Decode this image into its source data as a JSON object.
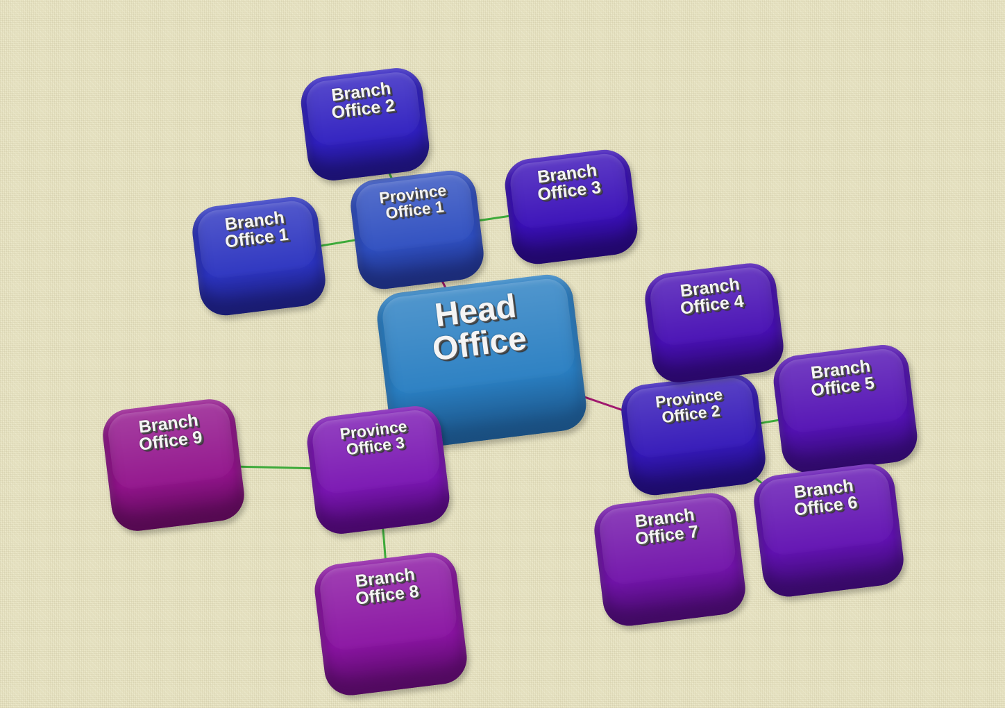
{
  "colors": {
    "background": "#e8e4c4",
    "line_green": "#3daa3a",
    "line_magenta": "#a0186e"
  },
  "nodes": [
    {
      "id": "head-office",
      "line1": "Head",
      "line2": "Office",
      "color": "#2a7fc2",
      "dark": "#1a4f80"
    },
    {
      "id": "province-office-1",
      "line1": "Province",
      "line2": "Office 1",
      "color": "#2f4fc0",
      "dark": "#1c2c78"
    },
    {
      "id": "province-office-2",
      "line1": "Province",
      "line2": "Office 2",
      "color": "#3418b8",
      "dark": "#1e0c6c"
    },
    {
      "id": "province-office-3",
      "line1": "Province",
      "line2": "Office 3",
      "color": "#7a16b2",
      "dark": "#48086a"
    },
    {
      "id": "branch-office-1",
      "line1": "Branch",
      "line2": "Office 1",
      "color": "#2c34c0",
      "dark": "#1a1c72"
    },
    {
      "id": "branch-office-2",
      "line1": "Branch",
      "line2": "Office 2",
      "color": "#3020c0",
      "dark": "#1c1272"
    },
    {
      "id": "branch-office-3",
      "line1": "Branch",
      "line2": "Office 3",
      "color": "#3a10b8",
      "dark": "#22086c"
    },
    {
      "id": "branch-office-4",
      "line1": "Branch",
      "line2": "Office 4",
      "color": "#4810b4",
      "dark": "#2a086a"
    },
    {
      "id": "branch-office-5",
      "line1": "Branch",
      "line2": "Office 5",
      "color": "#5412b4",
      "dark": "#300a6a"
    },
    {
      "id": "branch-office-6",
      "line1": "Branch",
      "line2": "Office 6",
      "color": "#6212b2",
      "dark": "#380a68"
    },
    {
      "id": "branch-office-7",
      "line1": "Branch",
      "line2": "Office 7",
      "color": "#7214aa",
      "dark": "#420a64"
    },
    {
      "id": "branch-office-8",
      "line1": "Branch",
      "line2": "Office 8",
      "color": "#8a14a2",
      "dark": "#520a60"
    },
    {
      "id": "branch-office-9",
      "line1": "Branch",
      "line2": "Office 9",
      "color": "#92148c",
      "dark": "#560a52"
    }
  ],
  "connections": [
    {
      "from": "head-office",
      "to": "province-office-1",
      "color": "#a0186e"
    },
    {
      "from": "head-office",
      "to": "province-office-2",
      "color": "#a0186e"
    },
    {
      "from": "head-office",
      "to": "province-office-3",
      "color": "#a0186e"
    },
    {
      "from": "province-office-1",
      "to": "branch-office-1",
      "color": "#3daa3a"
    },
    {
      "from": "province-office-1",
      "to": "branch-office-2",
      "color": "#3daa3a"
    },
    {
      "from": "province-office-1",
      "to": "branch-office-3",
      "color": "#3daa3a"
    },
    {
      "from": "province-office-2",
      "to": "branch-office-5",
      "color": "#3daa3a"
    },
    {
      "from": "province-office-2",
      "to": "branch-office-6",
      "color": "#3daa3a"
    },
    {
      "from": "province-office-3",
      "to": "branch-office-8",
      "color": "#3daa3a"
    },
    {
      "from": "province-office-3",
      "to": "branch-office-9",
      "color": "#3daa3a"
    }
  ]
}
